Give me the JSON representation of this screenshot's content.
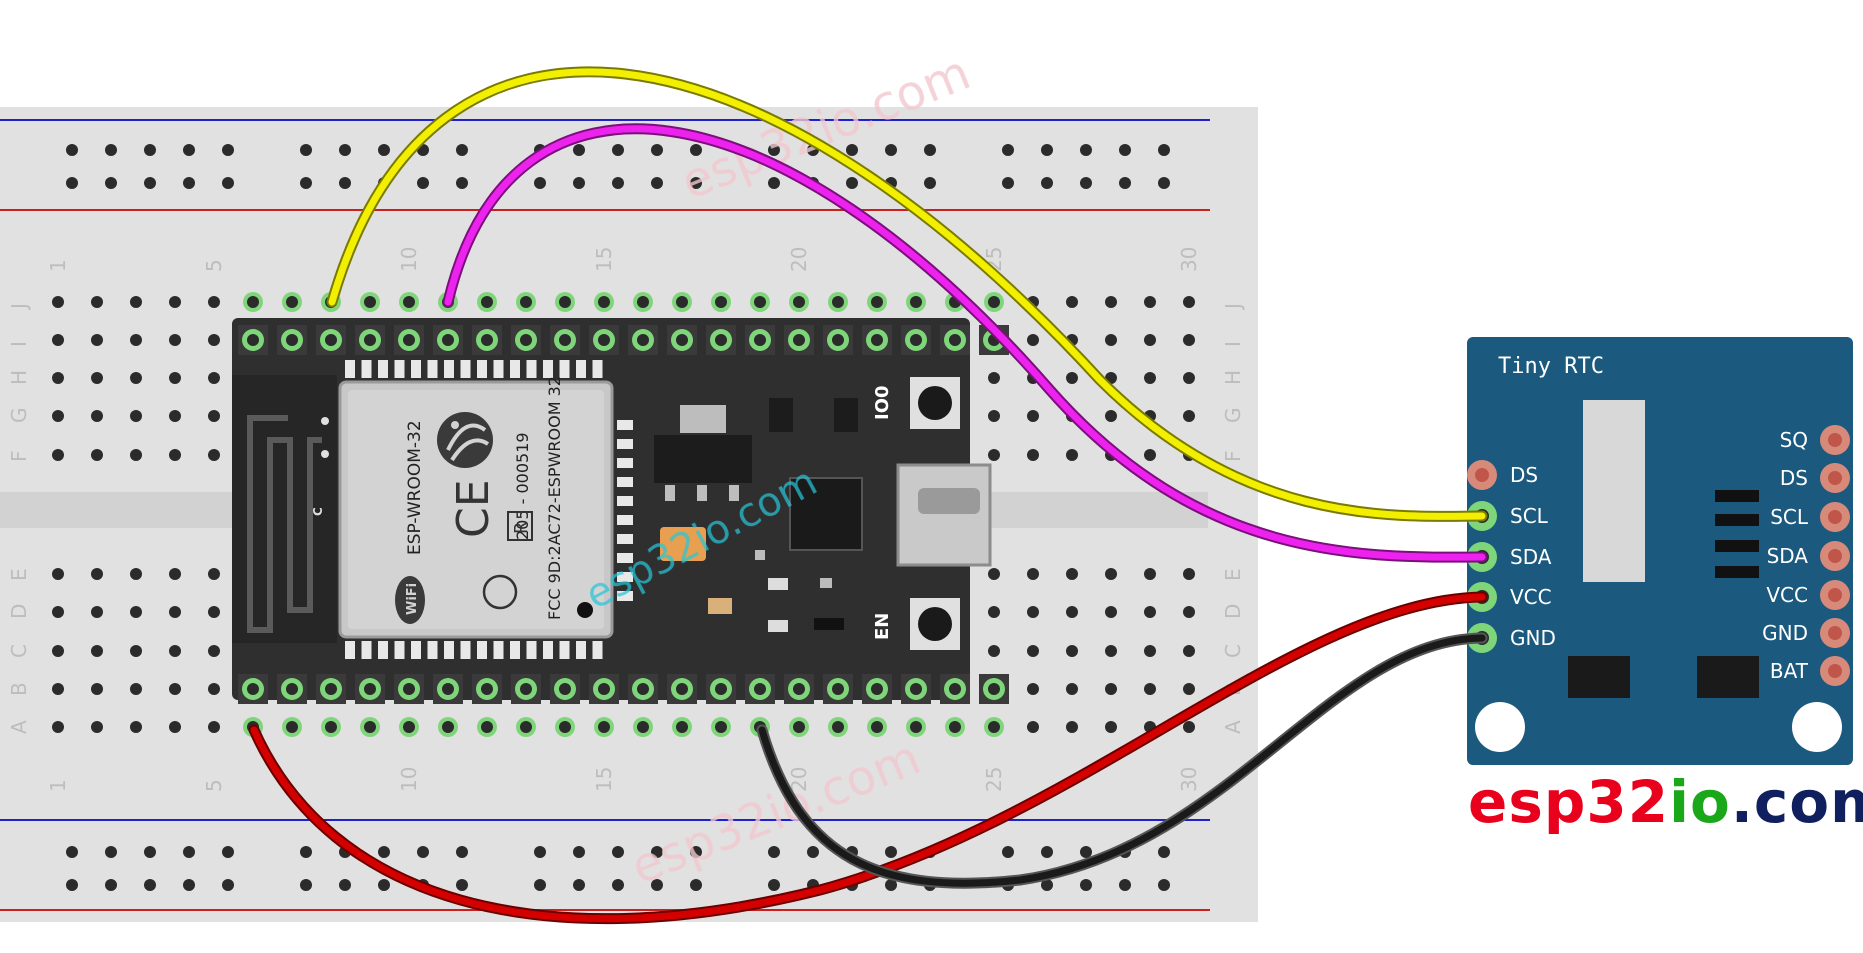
{
  "title": "",
  "breadboard": {
    "column_numbers": [
      "1",
      "5",
      "10",
      "15",
      "20",
      "25",
      "30"
    ],
    "row_letters_top": [
      "J",
      "I",
      "H",
      "G",
      "F"
    ],
    "row_letters_bottom": [
      "E",
      "D",
      "C",
      "B",
      "A"
    ]
  },
  "esp32": {
    "module_name": "ESP-WROOM-32",
    "cert_number": "205 - 000519",
    "fcc_id": "FCC 9D:2AC72-ESPWROOM 32",
    "wifi_badge": "WiFi",
    "ce_mark": "CE",
    "r_mark": "R",
    "antenna_label": "C",
    "button_top_label": "IO0",
    "button_bottom_label": "EN"
  },
  "rtc_module": {
    "title": "Tiny RTC",
    "left_pins": [
      "DS",
      "SCL",
      "SDA",
      "VCC",
      "GND"
    ],
    "right_pins": [
      "SQ",
      "DS",
      "SCL",
      "SDA",
      "VCC",
      "GND",
      "BAT"
    ]
  },
  "wires": [
    {
      "color_name": "yellow",
      "color": "#f2ef00",
      "to_pin": "SCL"
    },
    {
      "color_name": "magenta",
      "color": "#ee22ee",
      "to_pin": "SDA"
    },
    {
      "color_name": "red",
      "color": "#d40000",
      "to_pin": "VCC"
    },
    {
      "color_name": "black",
      "color": "#1a1a1a",
      "to_pin": "GND"
    }
  ],
  "watermarks": [
    "esp32io.com",
    "esp32io.com",
    "esp32io.com"
  ],
  "brand": {
    "part1": "esp32",
    "part2": "io",
    "part3": ".com",
    "color1": "#e8001c",
    "color2": "#1aa81a",
    "color3": "#10205e"
  },
  "colors": {
    "breadboard": "#e1e1e1",
    "esp_board": "#2f2f2f",
    "rtc_board": "#1b5a7e",
    "pin_green": "#7fd67a"
  }
}
